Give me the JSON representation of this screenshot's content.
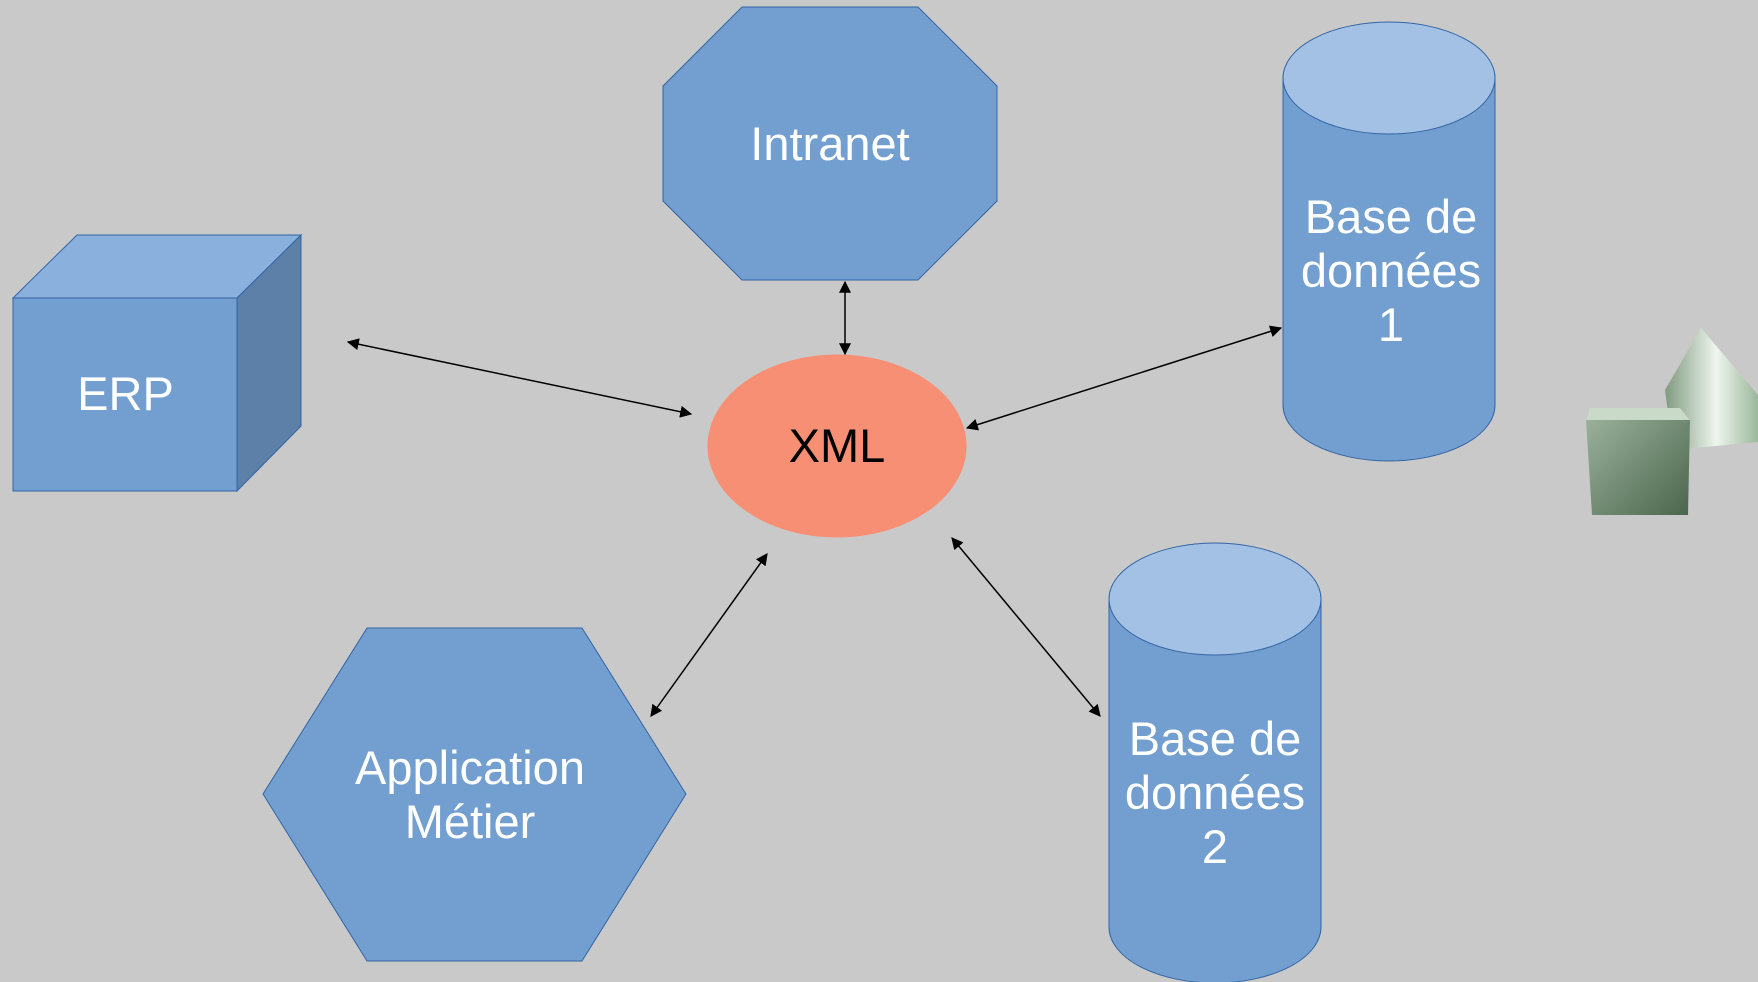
{
  "colors": {
    "background": "#c9c9c9",
    "shape_fill": "#729fcf",
    "shape_stroke": "#3465a4",
    "shape_top": "#a3c1e4",
    "cube_top": "#8ab0dd",
    "cube_side": "#5c80a8",
    "xml_fill": "#f78f74",
    "connector": "#000000"
  },
  "nodes": {
    "erp": {
      "label": "ERP",
      "shape": "cube"
    },
    "intranet": {
      "label": "Intranet",
      "shape": "octagon"
    },
    "database_1": {
      "label": "Base de\ndonnées\n1",
      "shape": "cylinder"
    },
    "xml_hub": {
      "label": "XML",
      "shape": "ellipse"
    },
    "application_metier": {
      "label": "Application\nMétier",
      "shape": "hexagon"
    },
    "database_2": {
      "label": "Base de\ndonnées\n2",
      "shape": "cylinder"
    }
  },
  "connectors": [
    {
      "from": "erp",
      "to": "xml_hub",
      "arrows": "both"
    },
    {
      "from": "intranet",
      "to": "xml_hub",
      "arrows": "both"
    },
    {
      "from": "database_1",
      "to": "xml_hub",
      "arrows": "both"
    },
    {
      "from": "application_metier",
      "to": "xml_hub",
      "arrows": "both"
    },
    {
      "from": "database_2",
      "to": "xml_hub",
      "arrows": "both"
    }
  ],
  "decorations": {
    "corner_graphic": "3d-shapes-icon"
  }
}
